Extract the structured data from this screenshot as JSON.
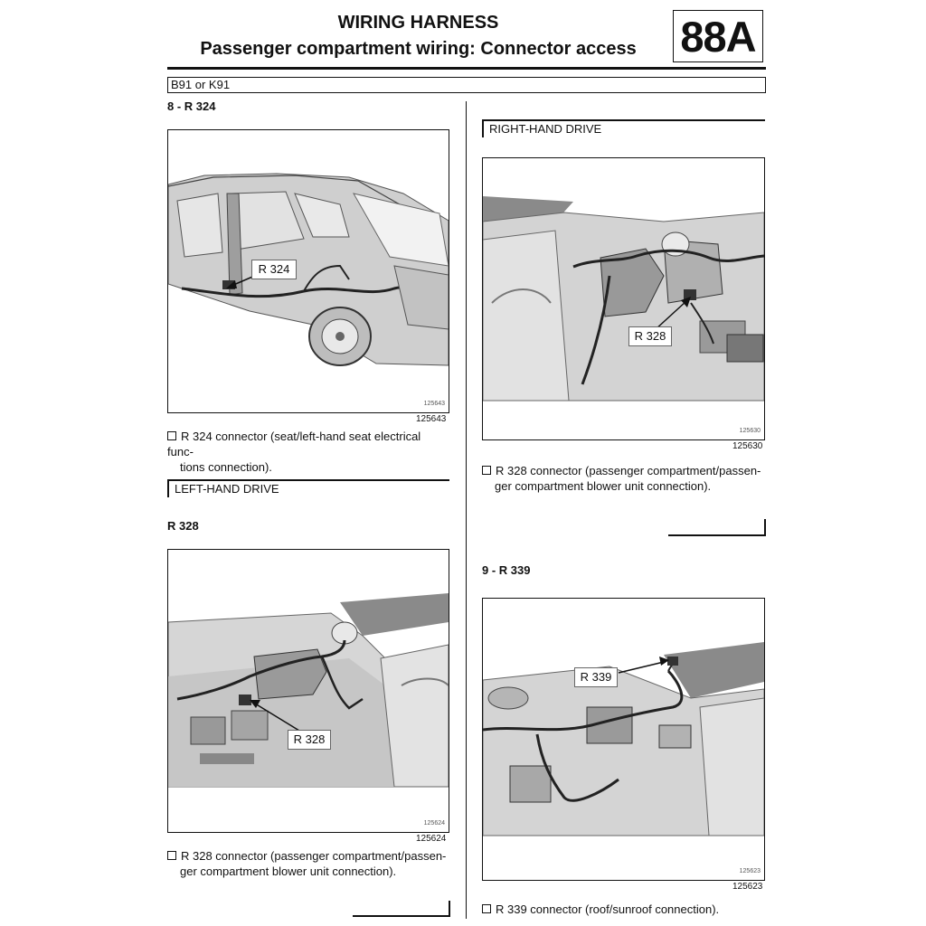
{
  "header": {
    "title": "WIRING HARNESS",
    "subtitle": "Passenger compartment wiring: Connector access",
    "section": "88A"
  },
  "vehicle": "B91 or K91",
  "left": {
    "item8_heading": "8 - R 324",
    "fig1": {
      "callout": "R 324",
      "num_small": "125643",
      "num": "125643"
    },
    "caption1": "R 324 connector (seat/left-hand seat electrical func-",
    "caption1b": "tions connection).",
    "lhd_heading": "LEFT-HAND DRIVE",
    "r328_heading": "R 328",
    "fig2": {
      "callout": "R 328",
      "num_small": "125624",
      "num": "125624"
    },
    "caption2": "R 328 connector (passenger compartment/passen-",
    "caption2b": "ger compartment blower unit connection)."
  },
  "right": {
    "rhd_heading": "RIGHT-HAND DRIVE",
    "fig3": {
      "callout": "R 328",
      "num_small": "125630",
      "num": "125630"
    },
    "caption3": "R 328 connector (passenger compartment/passen-",
    "caption3b": "ger compartment blower unit connection).",
    "item9_heading": "9 - R 339",
    "fig4": {
      "callout": "R 339",
      "num_small": "125623",
      "num": "125623"
    },
    "caption4": "R 339 connector (roof/sunroof connection)."
  }
}
